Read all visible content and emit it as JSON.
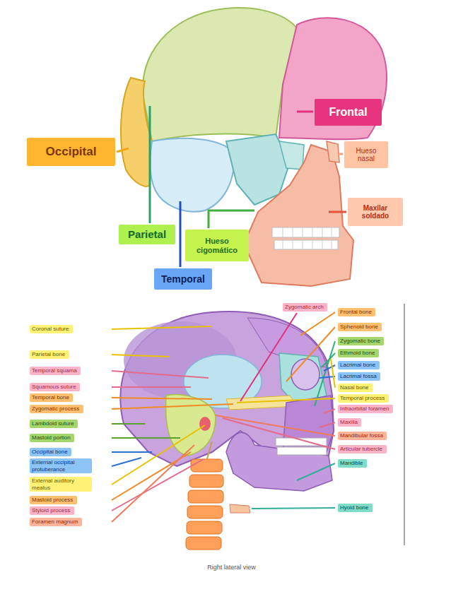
{
  "diagram": {
    "caption": "Right lateral view",
    "nodes": [
      {
        "text": [
          "Frontal"
        ]
      },
      {
        "text": [
          "Occipital"
        ]
      },
      {
        "text": [
          "Hueso nasal"
        ]
      },
      {
        "text": [
          "Maxilar soldado"
        ]
      },
      {
        "text": [
          "Parietal"
        ]
      },
      {
        "text": [
          "Hueso cigomático"
        ]
      },
      {
        "text": [
          "Temporal"
        ]
      },
      {
        "text": [
          "Zygomatic arch"
        ]
      },
      {
        "text": [
          "Coronal suture"
        ]
      },
      {
        "text": [
          "Parietal bone"
        ]
      },
      {
        "text": [
          "Temporal squama"
        ]
      },
      {
        "text": [
          "Squamous suture"
        ]
      },
      {
        "text": [
          "Temporal bone"
        ]
      },
      {
        "text": [
          "Zygomatic process"
        ]
      },
      {
        "text": [
          "Lambdoid suture"
        ]
      },
      {
        "text": [
          "Mastoid portion"
        ]
      },
      {
        "text": [
          "Occipital bone"
        ]
      },
      {
        "text": [
          "External occipital protuberance"
        ]
      },
      {
        "text": [
          "External auditory meatus"
        ]
      },
      {
        "text": [
          "Mastoid process"
        ]
      },
      {
        "text": [
          "Styloid process"
        ]
      },
      {
        "text": [
          "Foramen magnum"
        ]
      },
      {
        "text": [
          "Frontal bone"
        ]
      },
      {
        "text": [
          "Sphenoid bone"
        ]
      },
      {
        "text": [
          "Zygomatic bone"
        ]
      },
      {
        "text": [
          "Ethmoid bone"
        ]
      },
      {
        "text": [
          "Lacrimal bone"
        ]
      },
      {
        "text": [
          "Lacrimal fossa"
        ]
      },
      {
        "text": [
          "Nasal bone"
        ]
      },
      {
        "text": [
          "Temporal process"
        ]
      },
      {
        "text": [
          "Infraorbital foramen"
        ]
      },
      {
        "text": [
          "Maxilla"
        ]
      },
      {
        "text": [
          "Mandibular fossa"
        ]
      },
      {
        "text": [
          "Articular tubercle"
        ]
      },
      {
        "text": [
          "Mandible"
        ]
      },
      {
        "text": [
          "Hyoid bone"
        ]
      }
    ]
  }
}
